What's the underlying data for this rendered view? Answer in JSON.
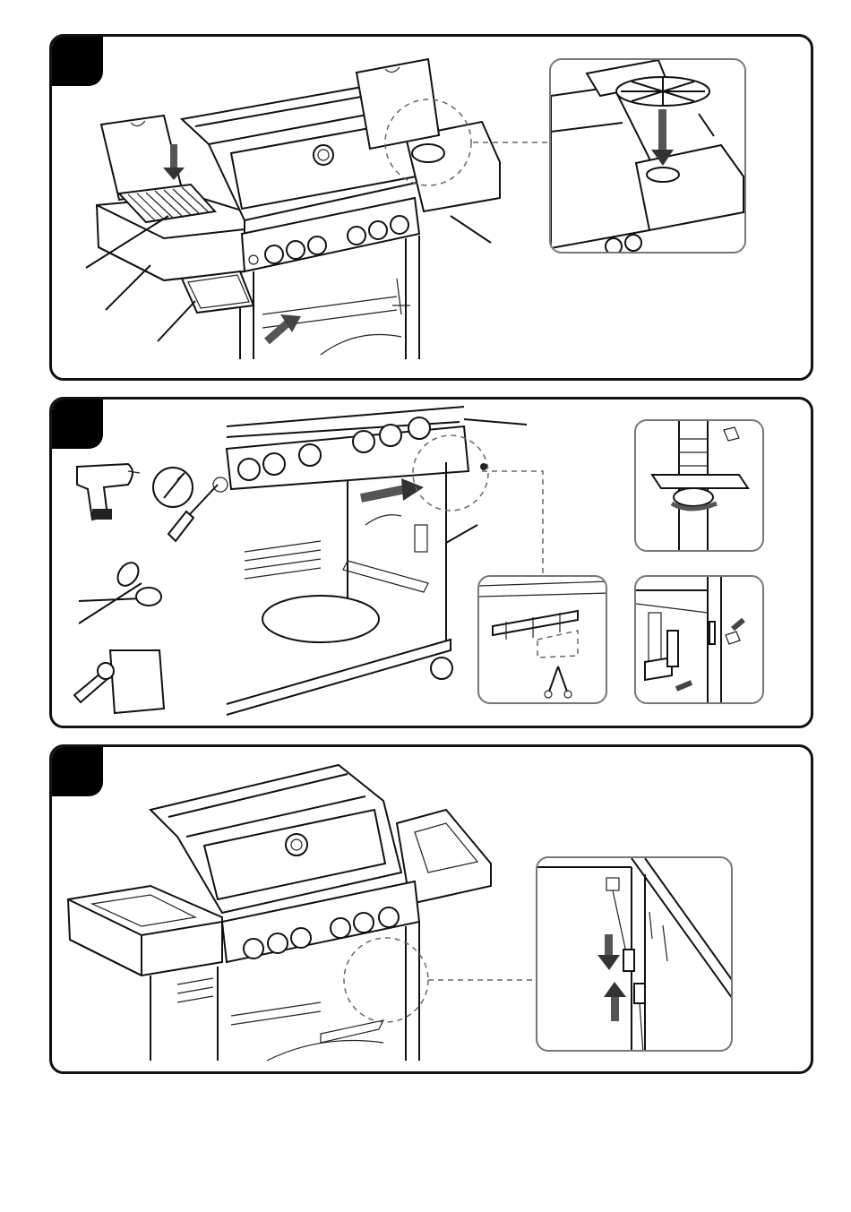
{
  "page": {
    "background": "#ffffff",
    "panel_border_color": "#111111",
    "inset_border_color": "#777777",
    "arrow_color": "#555555"
  },
  "steps": [
    {
      "id": "step-a",
      "badge_color": "#000000",
      "icons": [
        "grill-illustration-icon",
        "side-grate-icon",
        "grease-tray-icon",
        "burner-grate-icon"
      ]
    },
    {
      "id": "step-b",
      "badge_color": "#000000",
      "tools": [
        "drill-icon",
        "screwdriver-icon",
        "scissors-icon",
        "parts-bag-icon"
      ],
      "icons": [
        "control-panel-icon",
        "hose-nut-icon",
        "bracket-screw-icon",
        "cable-tie-cut-icon"
      ]
    },
    {
      "id": "step-c",
      "badge_color": "#000000",
      "icons": [
        "assembled-grill-icon",
        "connector-plug-icon"
      ]
    }
  ]
}
